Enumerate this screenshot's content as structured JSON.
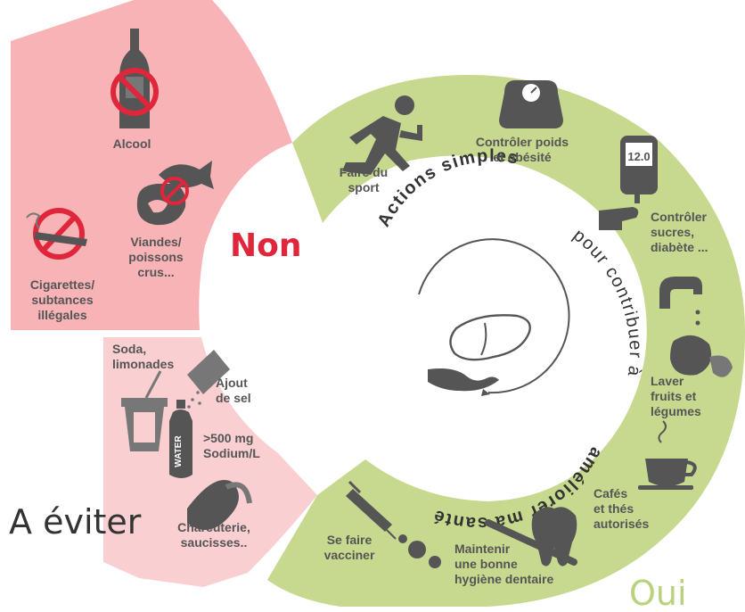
{
  "colors": {
    "green": "#c6d98f",
    "pink_top": "#f7b3b6",
    "pink_bottom": "#f9cfd1",
    "red": "#e0263a",
    "gray": "#5b5b5b",
    "dark_text": "#333333",
    "oui_text": "#b9d27d"
  },
  "headings": {
    "non": "Non",
    "eviter": "A éviter",
    "oui": "Oui"
  },
  "center": {
    "arc_bold": "Actions simples",
    "arc_rest": "pour contribuer à améliorer ma santé",
    "icon": "liver-in-hand-icon"
  },
  "avoid_top": [
    {
      "lines": [
        "Alcool"
      ],
      "icon": "no-alcohol-icon"
    },
    {
      "lines": [
        "Viandes/",
        "poissons",
        "crus..."
      ],
      "icon": "no-raw-meat-fish-icon"
    },
    {
      "lines": [
        "Cigarettes/",
        "subtances",
        "illégales"
      ],
      "icon": "no-smoking-icon"
    }
  ],
  "avoid_bottom": [
    {
      "lines": [
        "Soda,",
        "limonades"
      ],
      "icon": "soda-cup-icon"
    },
    {
      "lines": [
        "Ajout",
        "de sel"
      ],
      "icon": "salt-shaker-icon"
    },
    {
      "lines": [
        ">500 mg",
        "Sodium/L"
      ],
      "icon": "water-bottle-icon",
      "bottle_label": "WATER"
    },
    {
      "lines": [
        "Charcuterie,",
        "saucisses.."
      ],
      "icon": "sausage-icon"
    }
  ],
  "actions": [
    {
      "lines": [
        "Faire du",
        "sport"
      ],
      "icon": "running-man-icon"
    },
    {
      "lines": [
        "Contrôler  poids",
        "et obésité"
      ],
      "icon": "scale-icon"
    },
    {
      "lines": [
        "Contrôler",
        "sucres,",
        "diabète ..."
      ],
      "icon": "glucometer-icon",
      "screen": "12.0"
    },
    {
      "lines": [
        "Laver",
        "fruits et",
        "légumes"
      ],
      "icon": "faucet-fruits-icon"
    },
    {
      "lines": [
        "Cafés",
        "et thés",
        "autorisés"
      ],
      "icon": "coffee-cup-icon"
    },
    {
      "lines": [
        "Maintenir",
        "une bonne",
        "hygiène dentaire"
      ],
      "icon": "tooth-brush-icon"
    },
    {
      "lines": [
        "Se faire",
        "vacciner"
      ],
      "icon": "syringe-virus-icon"
    }
  ]
}
